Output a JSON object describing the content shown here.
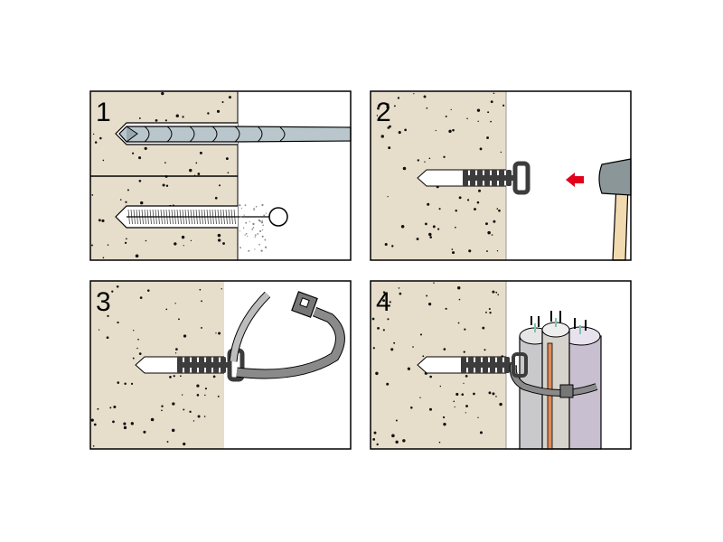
{
  "steps": [
    {
      "number": "1"
    },
    {
      "number": "2"
    },
    {
      "number": "3"
    },
    {
      "number": "4"
    }
  ],
  "colors": {
    "concrete": "#e6decb",
    "arrow": "#e2001a",
    "anchor": "#3c3c3c",
    "drill": "#b9c7cc",
    "tie": "#8a8a8a",
    "cable_grey": "#c9c9cc",
    "cable_violet": "#c8bfd0",
    "cable_orange": "#e08a5a",
    "hammer_handle": "#f1d9b0"
  }
}
